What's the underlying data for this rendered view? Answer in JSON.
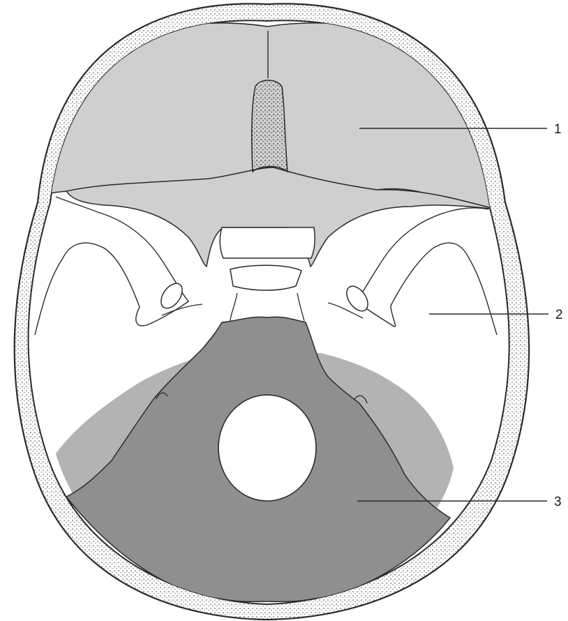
{
  "figure": {
    "labels": [
      {
        "id": "anterior-fossa",
        "number": "1"
      },
      {
        "id": "middle-fossa",
        "number": "2"
      },
      {
        "id": "posterior-fossa",
        "number": "3"
      }
    ]
  },
  "colors": {
    "background": "#ffffff",
    "outline": "#2a2a2a",
    "anterior_fill": "#cfcfcf",
    "posterior_fill": "#8f8f8f",
    "posterior_light_fill": "#b3b3b3",
    "middle_fill": "#ffffff",
    "bone_dots": "#3a3a3a"
  }
}
